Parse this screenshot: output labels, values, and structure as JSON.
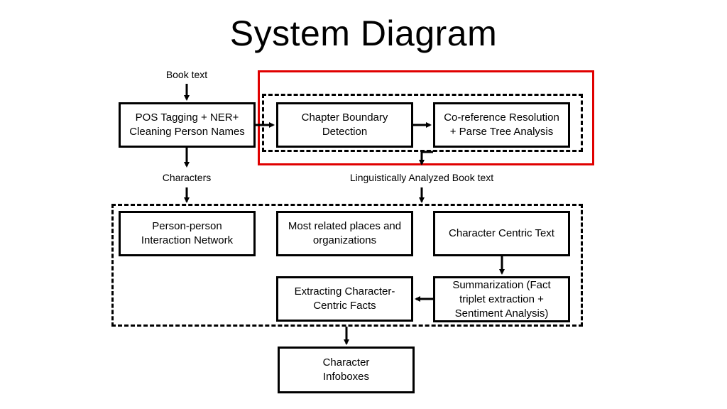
{
  "title": "System Diagram",
  "labels": {
    "book_text": "Book text",
    "characters": "Characters",
    "linguistic": "Linguistically Analyzed Book text"
  },
  "boxes": {
    "pos_tagging": "POS Tagging + NER+\nCleaning Person Names",
    "chapter_boundary": "Chapter Boundary\nDetection",
    "coreference": "Co-reference Resolution\n+ Parse Tree Analysis",
    "interaction_network": "Person-person\nInteraction Network",
    "places_orgs": "Most related places and\norganizations",
    "character_text": "Character Centric Text",
    "summarization": "Summarization (Fact\ntriplet extraction +\nSentiment Analysis)",
    "extract_facts": "Extracting Character-\nCentric Facts",
    "infoboxes": "Character\nInfoboxes"
  },
  "colors": {
    "highlight": "#e00000",
    "stroke": "#000000"
  }
}
